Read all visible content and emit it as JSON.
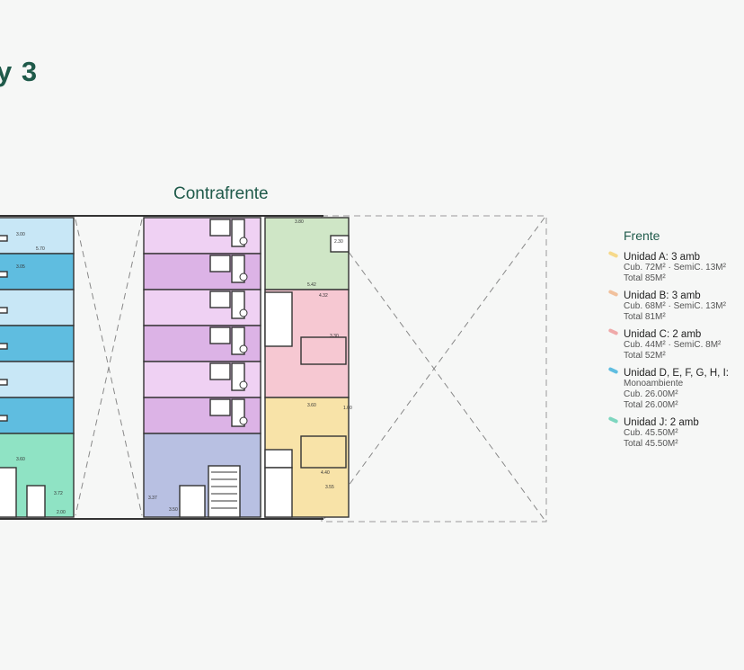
{
  "title": "y 3",
  "section_label": "Contrafrente",
  "legend": {
    "title": "Frente",
    "items": [
      {
        "unit": "Unidad A:",
        "type": "3 amb",
        "lines": [
          "Cub. 72M² · SemiC. 13M²",
          "Total 85M²"
        ],
        "color": "#f6d98a"
      },
      {
        "unit": "Unidad B:",
        "type": "3 amb",
        "lines": [
          "Cub. 68M² · SemiC. 13M²",
          "Total 81M²"
        ],
        "color": "#f1c19d"
      },
      {
        "unit": "Unidad C:",
        "type": "2 amb",
        "lines": [
          "Cub. 44M² · SemiC. 8M²",
          "Total 52M²"
        ],
        "color": "#efa9a9"
      },
      {
        "unit": "Unidad D, E, F, G, H, I:",
        "type": "",
        "lines": [
          "Monoambiente",
          "Cub. 26.00M²",
          "Total 26.00M²"
        ],
        "color": "#5fbde0"
      },
      {
        "unit": "Unidad J:",
        "type": "2 amb",
        "lines": [
          "Cub. 45.50M²",
          "Total 45.50M²"
        ],
        "color": "#7dd6bf"
      }
    ]
  },
  "plan": {
    "dimension_labels": [
      "5.70",
      "3.00",
      "3.05",
      "3.60",
      "3.37",
      "3.50",
      "3.72",
      "2.00",
      "3.80",
      "2.30",
      "5.42",
      "4.32",
      "3.30",
      "3.60",
      "1.00",
      "4.40",
      "3.55"
    ]
  }
}
